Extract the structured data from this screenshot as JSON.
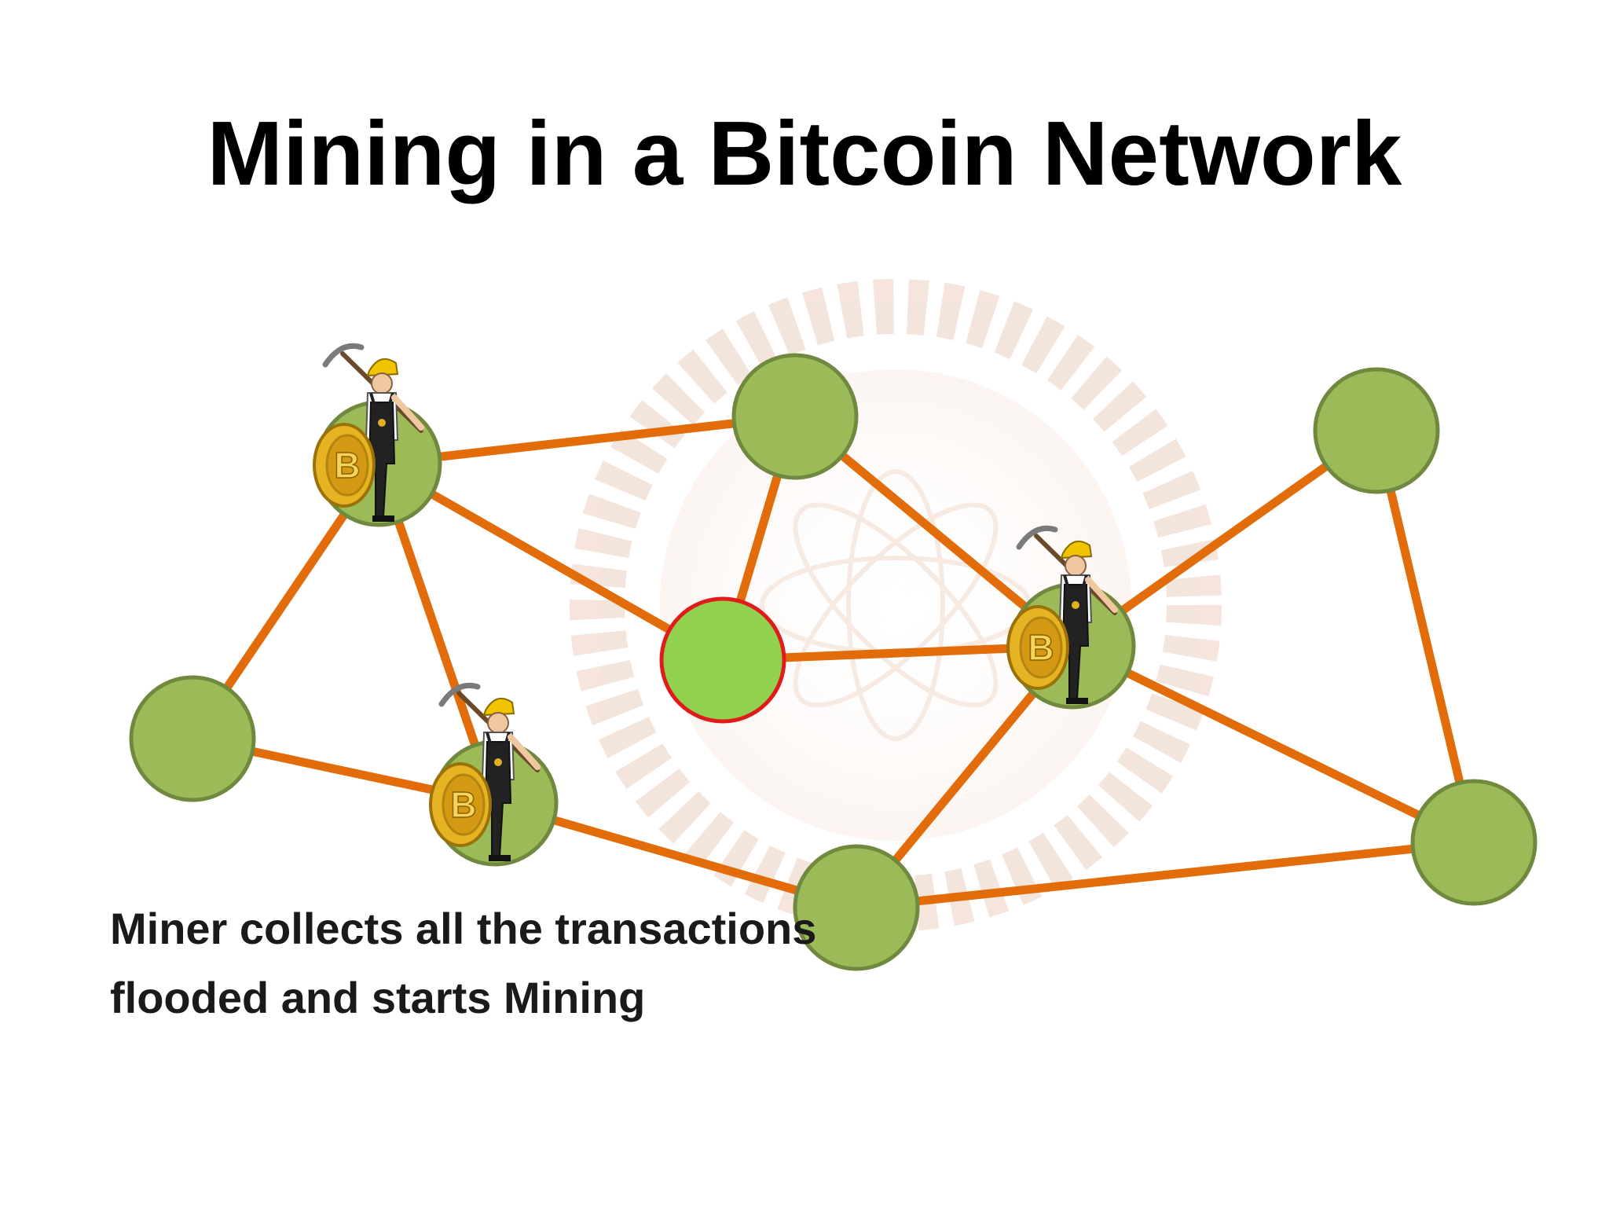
{
  "title": "Mining in a Bitcoin Network",
  "caption": {
    "line1": "Miner collects all the transactions",
    "line2": "flooded and starts Mining"
  },
  "colors": {
    "node_fill": "#9bbb59",
    "node_stroke": "#71893f",
    "highlight_fill": "#92d050",
    "highlight_stroke": "#e01b1b",
    "edge": "#e36c0a",
    "watermark": "#f0d6c8"
  },
  "network": {
    "nodes": [
      {
        "id": "n-top-left",
        "miner": true
      },
      {
        "id": "n-top-center",
        "miner": false
      },
      {
        "id": "n-top-right",
        "miner": false
      },
      {
        "id": "n-left",
        "miner": false
      },
      {
        "id": "n-bottom-left",
        "miner": true
      },
      {
        "id": "n-center",
        "miner": false,
        "highlight": true
      },
      {
        "id": "n-right-center",
        "miner": true
      },
      {
        "id": "n-bottom-center",
        "miner": false
      },
      {
        "id": "n-bottom-right",
        "miner": false
      }
    ],
    "edges": [
      [
        "n-top-left",
        "n-top-center"
      ],
      [
        "n-top-left",
        "n-left"
      ],
      [
        "n-top-left",
        "n-bottom-left"
      ],
      [
        "n-top-left",
        "n-center"
      ],
      [
        "n-top-center",
        "n-center"
      ],
      [
        "n-top-center",
        "n-right-center"
      ],
      [
        "n-center",
        "n-right-center"
      ],
      [
        "n-left",
        "n-bottom-left"
      ],
      [
        "n-bottom-left",
        "n-bottom-center"
      ],
      [
        "n-right-center",
        "n-top-right"
      ],
      [
        "n-right-center",
        "n-bottom-center"
      ],
      [
        "n-right-center",
        "n-bottom-right"
      ],
      [
        "n-top-right",
        "n-bottom-right"
      ],
      [
        "n-bottom-center",
        "n-bottom-right"
      ]
    ],
    "miner_icon": "miner-with-bitcoin-icon"
  }
}
